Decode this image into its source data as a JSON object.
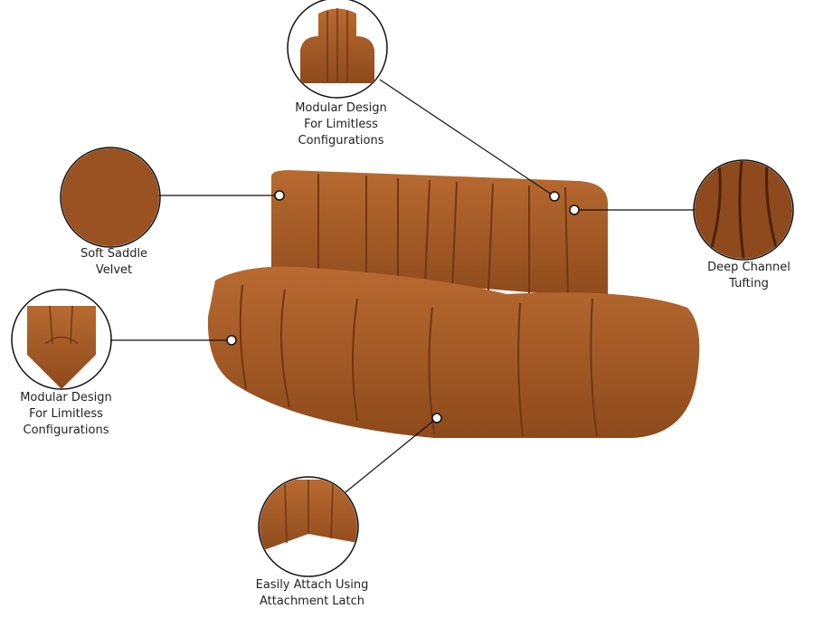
{
  "callouts": {
    "top": {
      "lines": [
        "Modular Design",
        "For Limitless",
        "Configurations"
      ]
    },
    "velvet": {
      "lines": [
        "Soft Saddle",
        "Velvet"
      ]
    },
    "tufting": {
      "lines": [
        "Deep Channel",
        "Tufting"
      ]
    },
    "left": {
      "lines": [
        "Modular Design",
        "For Limitless",
        "Configurations"
      ]
    },
    "latch": {
      "lines": [
        "Easily Attach Using",
        "Attachment Latch"
      ]
    }
  },
  "colors": {
    "velvet": "#a65a26",
    "velvet_dark": "#7a3f17",
    "velvet_light": "#bd6e34",
    "line": "#111111"
  }
}
